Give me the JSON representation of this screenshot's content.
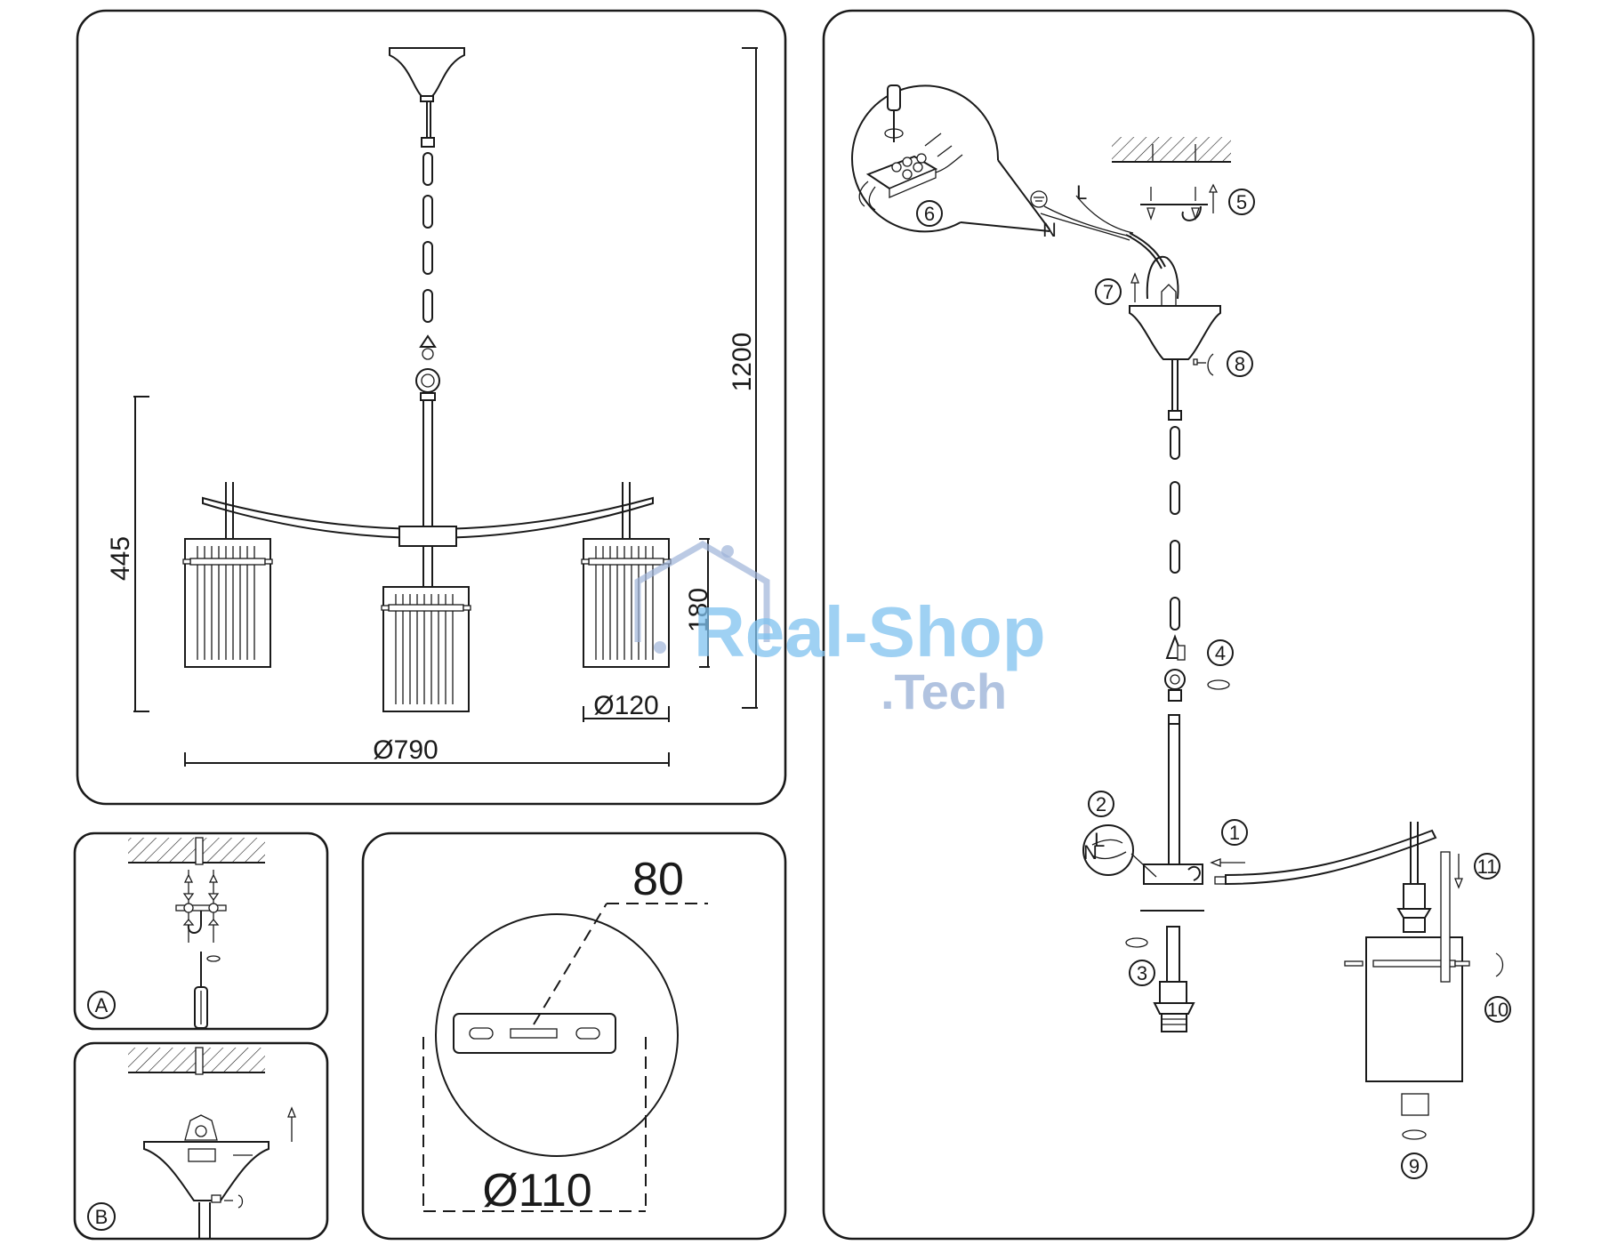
{
  "dimensions": {
    "overall_diameter": "Ø790",
    "total_height": "1200",
    "body_height": "445",
    "shade_height": "180",
    "shade_diameter": "Ø120",
    "bracket_spacing": "80",
    "canopy_diameter": "Ø110"
  },
  "panels": {
    "mounting_a": "A",
    "mounting_b": "B"
  },
  "steps": [
    "1",
    "2",
    "3",
    "4",
    "5",
    "6",
    "7",
    "8",
    "9",
    "10",
    "11"
  ],
  "wire_labels": {
    "live": "L",
    "neutral": "N",
    "ground": "earth-icon",
    "mini_live": "L",
    "mini_neutral": "N"
  },
  "watermark": {
    "line1": "Real-Shop",
    "line2": ".Tech"
  }
}
